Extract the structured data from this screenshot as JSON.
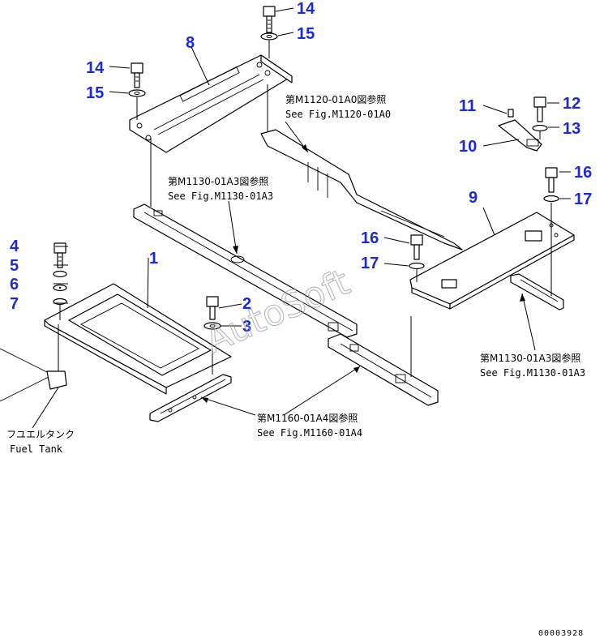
{
  "callouts": {
    "p1": "1",
    "p2": "2",
    "p3": "3",
    "p4": "4",
    "p5": "5",
    "p6": "6",
    "p7": "7",
    "p8": "8",
    "p9": "9",
    "p10": "10",
    "p11": "11",
    "p12": "12",
    "p13": "13",
    "p14a": "14",
    "p14b": "14",
    "p15a": "15",
    "p15b": "15",
    "p16a": "16",
    "p16b": "16",
    "p17a": "17",
    "p17b": "17"
  },
  "references": {
    "m1120_jp": "第M1120-01A0図参照",
    "m1120_en": "See Fig.M1120-01A0",
    "m1130_top_jp": "第M1130-01A3図参照",
    "m1130_top_en": "See Fig.M1130-01A3",
    "m1130_right_jp": "第M1130-01A3図参照",
    "m1130_right_en": "See Fig.M1130-01A3",
    "m1160_jp": "第M1160-01A4図参照",
    "m1160_en": "See Fig.M1160-01A4",
    "fuel_jp": "フユエルタンク",
    "fuel_en": "Fuel Tank"
  },
  "watermark": "AutoSoft",
  "drawing_code": "00003928",
  "colors": {
    "callout": "#1a2ad8",
    "line": "#000000",
    "watermark": "#999999"
  }
}
